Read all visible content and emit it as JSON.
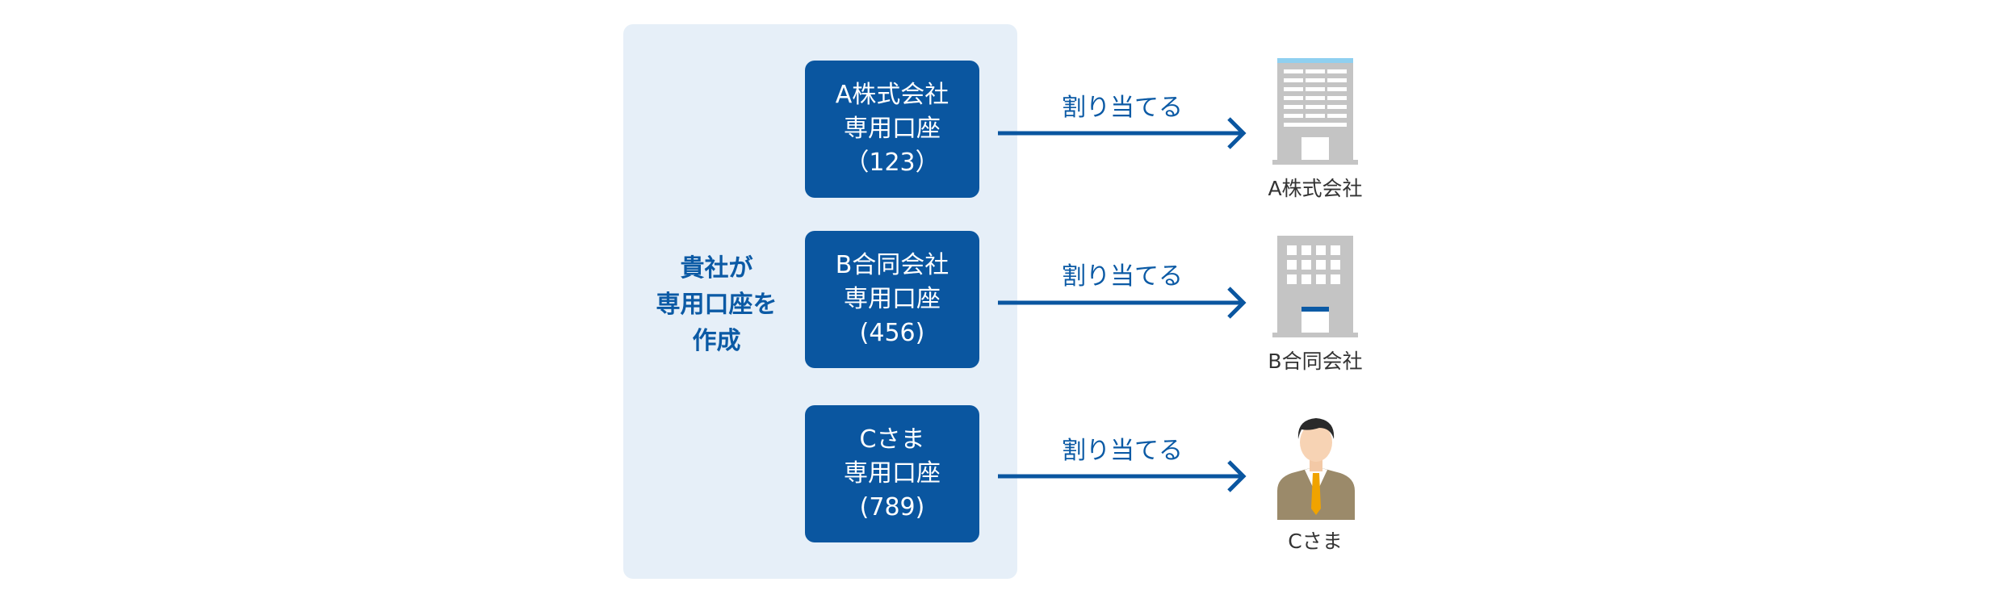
{
  "panel": {
    "label": "貴社が\n専用口座を\n作成"
  },
  "accounts": [
    {
      "text": "A株式会社\n専用口座\n（123）"
    },
    {
      "text": "B合同会社\n専用口座\n(456)"
    },
    {
      "text": "Cさま\n専用口座\n(789)"
    }
  ],
  "arrows": [
    {
      "label": "割り当てる"
    },
    {
      "label": "割り当てる"
    },
    {
      "label": "割り当てる"
    }
  ],
  "entities": [
    {
      "label": "A株式会社",
      "icon": "office-building-icon",
      "accent": "#8fd0f0"
    },
    {
      "label": "B合同会社",
      "icon": "office-building-icon",
      "accent": "#0b5aa5"
    },
    {
      "label": "Cさま",
      "icon": "businessperson-icon",
      "accent": "#f0a300"
    }
  ],
  "colors": {
    "primary": "#0a56a0",
    "panel_bg": "#e6eff8",
    "icon_gray": "#c4c4c4"
  }
}
